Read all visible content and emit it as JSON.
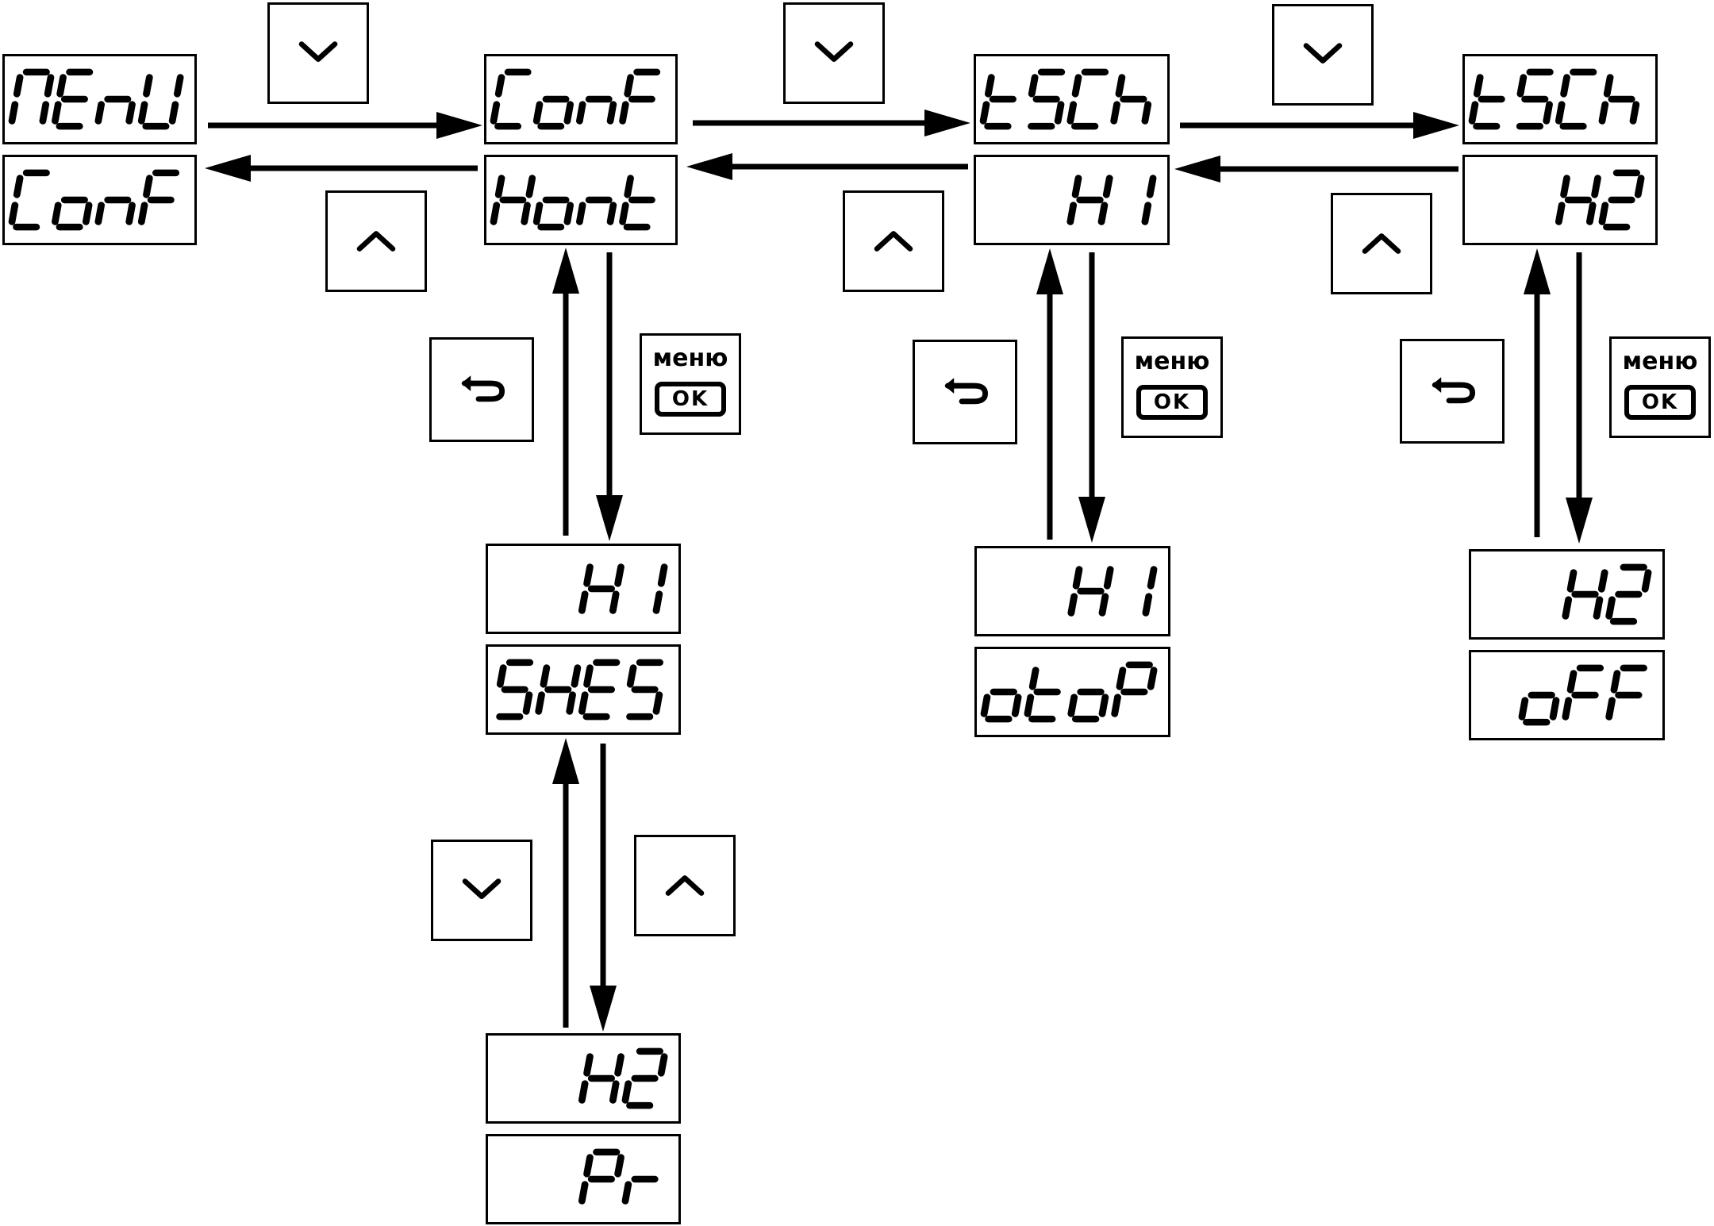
{
  "displays": [
    {
      "id": "menu-top",
      "text": "MEnU"
    },
    {
      "id": "menu-bottom",
      "text": "ConF"
    },
    {
      "id": "conf-top",
      "text": "ConF"
    },
    {
      "id": "conf-bottom",
      "text": "Kont"
    },
    {
      "id": "k1-top",
      "text": "K1"
    },
    {
      "id": "k1-bottom",
      "text": "SHES"
    },
    {
      "id": "k2-top",
      "text": "K2"
    },
    {
      "id": "k2-bottom",
      "text": "Pr"
    },
    {
      "id": "tsch1-top",
      "text": "tSCh"
    },
    {
      "id": "tsch1-bottom",
      "text": "K1"
    },
    {
      "id": "tsch1-val-top",
      "text": "K1"
    },
    {
      "id": "tsch1-val-bottom",
      "text": "otoP"
    },
    {
      "id": "tsch2-top",
      "text": "tSCh"
    },
    {
      "id": "tsch2-bottom",
      "text": "K2"
    },
    {
      "id": "tsch2-val-top",
      "text": "K2"
    },
    {
      "id": "tsch2-val-bottom",
      "text": "oFF"
    }
  ],
  "keys": {
    "down_icon": "chevron-down-icon",
    "up_icon": "chevron-up-icon",
    "back_icon": "return-arrow-icon",
    "menu_label": "меню",
    "ok_label": "OK"
  }
}
